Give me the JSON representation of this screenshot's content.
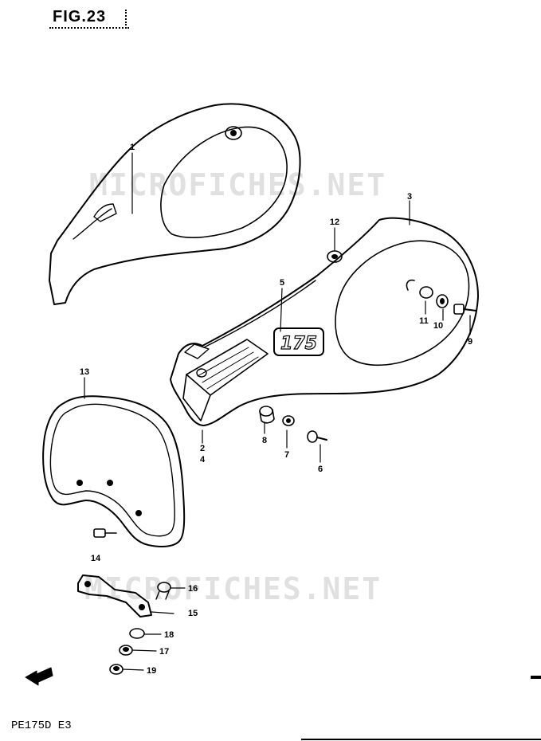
{
  "figure": {
    "title": "FIG.23",
    "model_code": "PE175D E3",
    "watermark": "MICROFICHES.NET"
  },
  "emblem": {
    "text": "175"
  },
  "callouts": [
    {
      "id": "c1",
      "label": "1"
    },
    {
      "id": "c2",
      "label": "2"
    },
    {
      "id": "c4",
      "label": "4"
    },
    {
      "id": "c3",
      "label": "3"
    },
    {
      "id": "c5",
      "label": "5"
    },
    {
      "id": "c6",
      "label": "6"
    },
    {
      "id": "c7",
      "label": "7"
    },
    {
      "id": "c8",
      "label": "8"
    },
    {
      "id": "c9",
      "label": "9"
    },
    {
      "id": "c10",
      "label": "10"
    },
    {
      "id": "c11",
      "label": "11"
    },
    {
      "id": "c12",
      "label": "12"
    },
    {
      "id": "c13",
      "label": "13"
    },
    {
      "id": "c14",
      "label": "14"
    },
    {
      "id": "c15",
      "label": "15"
    },
    {
      "id": "c16",
      "label": "16"
    },
    {
      "id": "c17",
      "label": "17"
    },
    {
      "id": "c18",
      "label": "18"
    },
    {
      "id": "c19",
      "label": "19"
    }
  ]
}
